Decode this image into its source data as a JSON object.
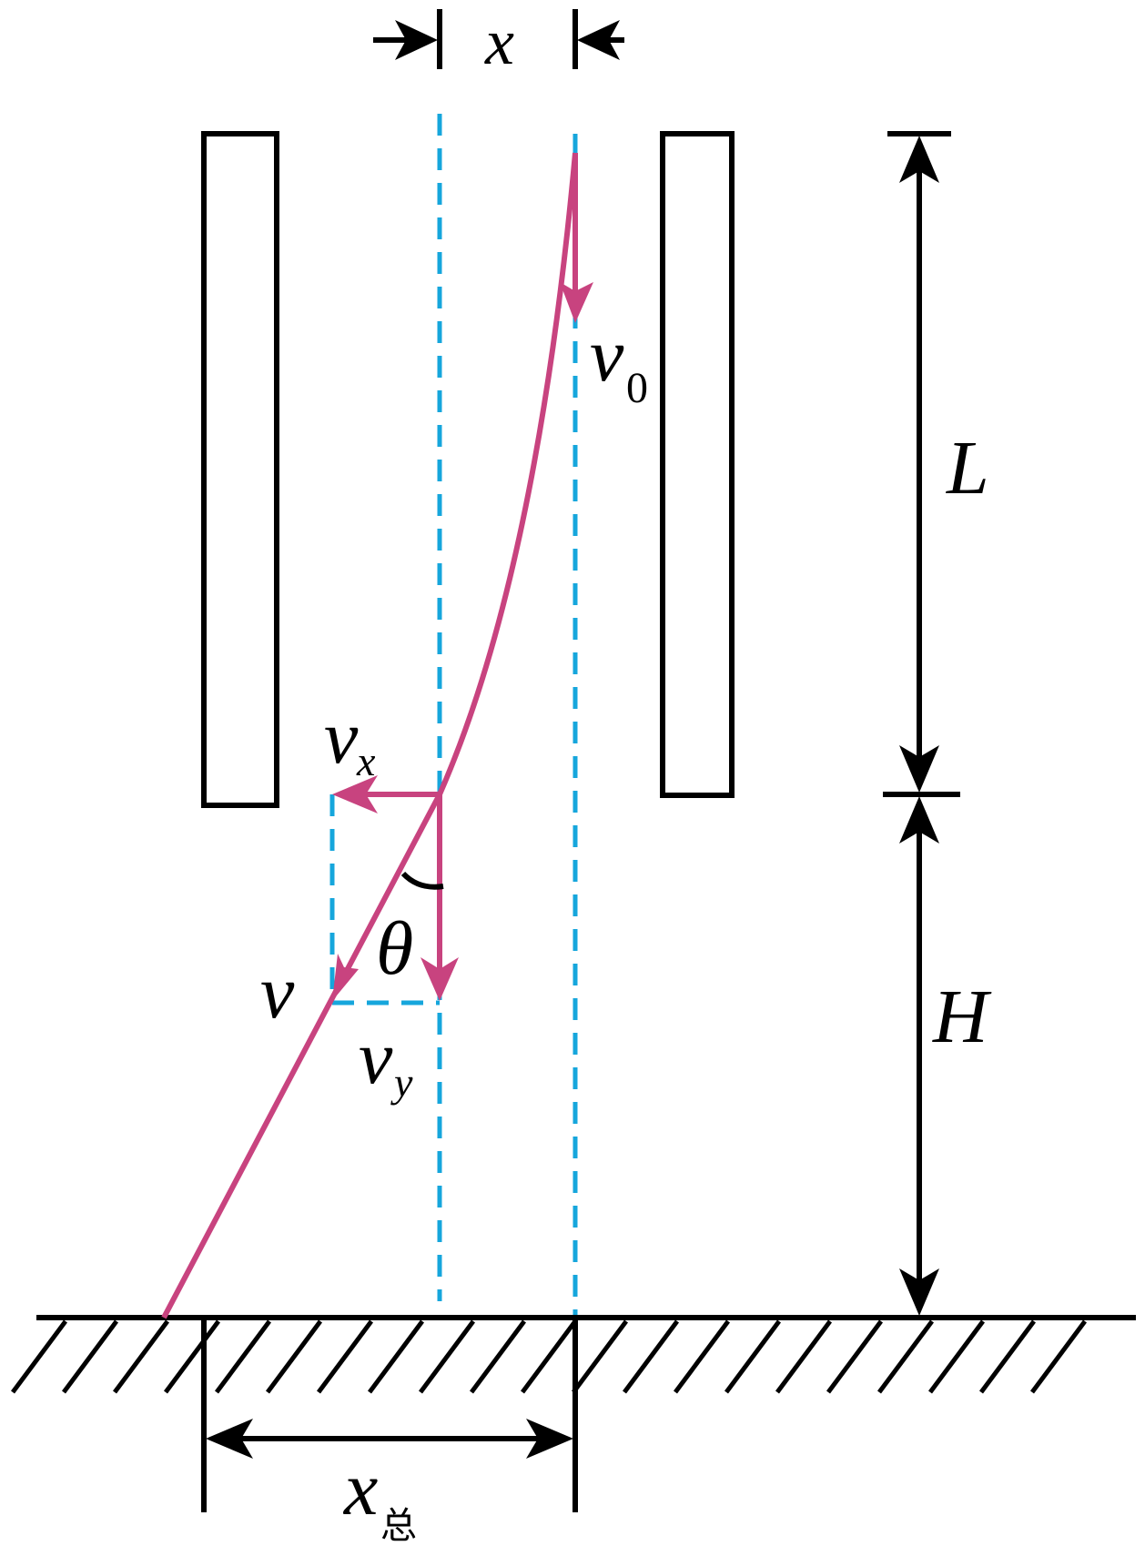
{
  "colors": {
    "trajectory": "#c8437f",
    "guide": "#16a6dc",
    "ink": "#000000"
  },
  "labels": {
    "x_gap": "x",
    "v0_main": "v",
    "v0_sub": "0",
    "L": "L",
    "H": "H",
    "vx_main": "v",
    "vx_sub": "x",
    "vy_main": "v",
    "vy_sub": "y",
    "v": "v",
    "theta": "θ",
    "xtotal_main": "x",
    "xtotal_sub": "总"
  }
}
